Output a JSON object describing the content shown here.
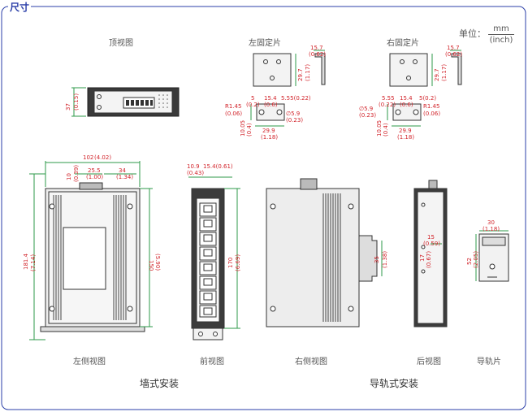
{
  "section_title": "尺寸",
  "units": {
    "label": "单位：",
    "top": "mm",
    "bottom": "(inch)"
  },
  "captions": {
    "top_view": "顶视图",
    "left_bracket": "左固定片",
    "right_bracket": "右固定片",
    "left_side_view": "左侧视图",
    "front_view": "前视图",
    "right_side_view": "右侧视图",
    "rear_view": "后视图",
    "rail_clip": "导轨片",
    "wall_mount": "墙式安装",
    "din_mount": "导轨式安装"
  },
  "dims": {
    "top_h": "37",
    "top_h_in": "(0.15)",
    "br_w": "15.7",
    "br_w_in": "(0.62)",
    "br_h": "29.7",
    "br_h_in": "(1.17)",
    "lb_r": "R1.45",
    "lb_r_in": "(0.06)",
    "lb_a": "5",
    "lb_a_in": "(0.2)",
    "lb_b": "15.4",
    "lb_b_in": "(0.6)",
    "lb_c": "5.55(0.22)",
    "lb_hole": "∅5.9",
    "lb_hole_in": "(0.23)",
    "lb_h": "10.05",
    "lb_h_in": "(0.4)",
    "lb_w": "29.9",
    "lb_w_in": "(1.18)",
    "rb_a": "5.55",
    "rb_a_in": "(0.22)",
    "rb_b": "15.4",
    "rb_b_in": "(0.6)",
    "rb_c": "5(0.2)",
    "rb_hole": "∅5.9",
    "rb_hole_in": "(0.23)",
    "rb_r": "R1.45",
    "rb_r_in": "(0.06)",
    "ls_w": "102",
    "ls_w_in": "(4.02)",
    "ls_10": "10",
    "ls_10_in": "(0.39)",
    "ls_255": "25.5",
    "ls_255_in": "(1.00)",
    "ls_34": "34",
    "ls_34_in": "(1.34)",
    "ls_h": "181.4",
    "ls_h_in": "(7.14)",
    "ls_150": "150",
    "ls_150_in": "(5.90)",
    "fv_109": "10.9",
    "fv_109_in": "(0.43)",
    "fv_154": "15.4(0.61)",
    "fv_170": "170",
    "fv_170_in": "(6.69)",
    "rs_35": "35",
    "rs_35_in": "(1.38)",
    "rv_15": "15",
    "rv_15_in": "(0.59)",
    "rv_17": "17",
    "rv_17_in": "(0.67)",
    "rc_30": "30",
    "rc_30_in": "(1.18)",
    "rc_52": "52",
    "rc_52_in": "(2.05)"
  },
  "colors": {
    "frame": "#2b3fa8",
    "dimension": "#d2232a",
    "drawing": "#333333",
    "dim_line": "#2e9a4a"
  }
}
